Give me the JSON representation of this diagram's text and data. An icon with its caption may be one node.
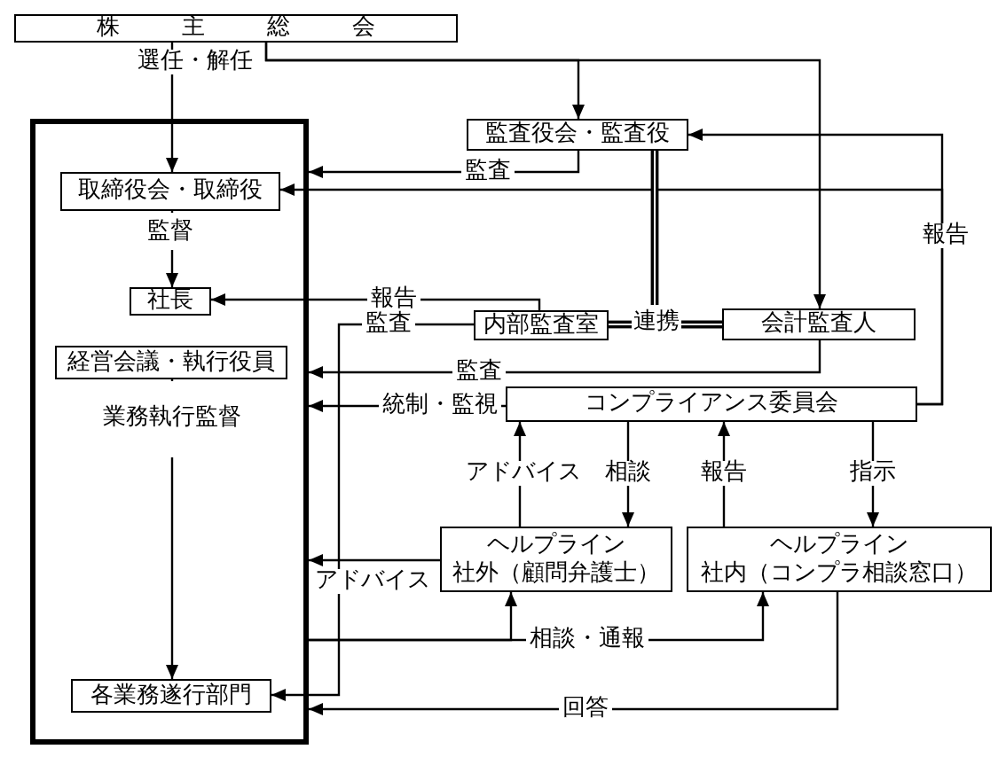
{
  "diagram": {
    "nodes": [
      {
        "text": [
          "株　主　総　会"
        ]
      },
      {
        "text": [],
        "shape": "box"
      },
      {
        "text": [
          "取締役会・取締役"
        ],
        "in": 1
      },
      {
        "text": [
          "社長"
        ],
        "in": 1
      },
      {
        "text": [
          "経営会議・執行役員"
        ],
        "in": 1
      },
      {
        "text": [
          "各業務遂行部門"
        ],
        "in": 1
      },
      {
        "text": [
          "監査役会・監査役"
        ]
      },
      {
        "text": [
          "内部監査室"
        ]
      },
      {
        "text": [
          "連携"
        ]
      },
      {
        "text": [
          "会計監査人"
        ]
      },
      {
        "text": [
          "コンプライアンス委員会"
        ]
      },
      {
        "text": [
          "ヘルプライン",
          "社外（顧問弁護士）"
        ]
      },
      {
        "text": [
          "ヘルプライン",
          "社内（コンプラ相談窓口）"
        ]
      }
    ],
    "edges": [
      {
        "from": 0,
        "to": 2,
        "arrow": "to",
        "label": "選任・解任"
      },
      {
        "from": 0,
        "to": 6,
        "arrow": "to"
      },
      {
        "from": 0,
        "to": 9,
        "arrow": "to"
      },
      {
        "from": 2,
        "to": 3,
        "arrow": "to",
        "label": "監督"
      },
      {
        "from": 4,
        "to": 5,
        "arrow": "to",
        "label": "業務執行監督"
      },
      {
        "from": 6,
        "to": 1,
        "arrow": "to",
        "label": "監査"
      },
      {
        "from": 10,
        "to": 6,
        "arrow": "to",
        "label": "報告"
      },
      {
        "from": 10,
        "to": 2,
        "arrow": "to"
      },
      {
        "from": 7,
        "to": 3,
        "arrow": "to",
        "label": "報告"
      },
      {
        "from": 7,
        "to": 5,
        "arrow": "to",
        "label": "監査"
      },
      {
        "from": 6,
        "to": 8,
        "arrow": "none",
        "style": "thick"
      },
      {
        "from": 7,
        "to": 8,
        "arrow": "none",
        "style": "thick"
      },
      {
        "from": 8,
        "to": 9,
        "arrow": "none",
        "style": "thick"
      },
      {
        "from": 9,
        "to": 1,
        "arrow": "to",
        "label": "監査"
      },
      {
        "from": 10,
        "to": 1,
        "arrow": "to",
        "label": "統制・監視"
      },
      {
        "from": 11,
        "to": 10,
        "arrow": "to",
        "label": "アドバイス"
      },
      {
        "from": 10,
        "to": 11,
        "arrow": "to",
        "label": "相談"
      },
      {
        "from": 12,
        "to": 10,
        "arrow": "to",
        "label": "報告"
      },
      {
        "from": 10,
        "to": 12,
        "arrow": "to",
        "label": "指示"
      },
      {
        "from": 11,
        "to": 1,
        "arrow": "to",
        "label": "アドバイス"
      },
      {
        "from": 1,
        "to": 11,
        "arrow": "to"
      },
      {
        "from": 1,
        "to": 12,
        "arrow": "to",
        "label": "相談・通報"
      },
      {
        "from": 12,
        "to": 1,
        "arrow": "to",
        "label": "回答"
      }
    ]
  }
}
